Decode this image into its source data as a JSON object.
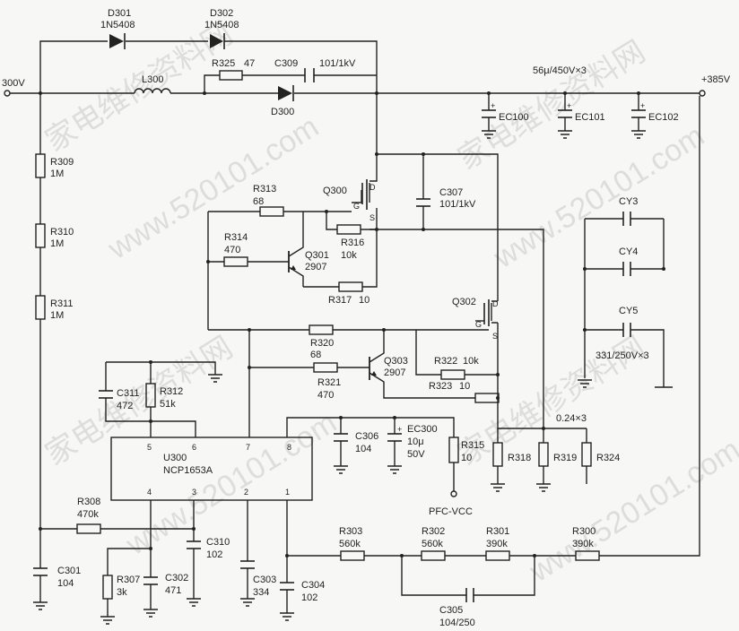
{
  "watermark": {
    "text": "家电维修资料网",
    "url": "www.520101.com"
  },
  "nets": {
    "input": "300V",
    "output": "+385V",
    "pfc_vcc": "PFC-VCC"
  },
  "diodes": {
    "d301": {
      "ref": "D301",
      "part": "1N5408"
    },
    "d302": {
      "ref": "D302",
      "part": "1N5408"
    },
    "d300": {
      "ref": "D300"
    }
  },
  "inductor": {
    "ref": "L300"
  },
  "resistors": {
    "r325": {
      "ref": "R325",
      "value": "47"
    },
    "r309": {
      "ref": "R309",
      "value": "1M"
    },
    "r310": {
      "ref": "R310",
      "value": "1M"
    },
    "r311": {
      "ref": "R311",
      "value": "1M"
    },
    "r313": {
      "ref": "R313",
      "value": "68"
    },
    "r314": {
      "ref": "R314",
      "value": "470"
    },
    "r316": {
      "ref": "R316",
      "value": "10k"
    },
    "r317": {
      "ref": "R317",
      "value": "10"
    },
    "r320": {
      "ref": "R320",
      "value": "68"
    },
    "r321": {
      "ref": "R321",
      "value": "470"
    },
    "r322": {
      "ref": "R322",
      "value": "10k"
    },
    "r323": {
      "ref": "R323",
      "value": "10"
    },
    "r312": {
      "ref": "R312",
      "value": "51k"
    },
    "r308": {
      "ref": "R308",
      "value": "470k"
    },
    "r307": {
      "ref": "R307",
      "value": "3k"
    },
    "r315": {
      "ref": "R315",
      "value": "10"
    },
    "r318": {
      "ref": "R318"
    },
    "r319": {
      "ref": "R319"
    },
    "r324": {
      "ref": "R324"
    },
    "r303": {
      "ref": "R303",
      "value": "560k"
    },
    "r302": {
      "ref": "R302",
      "value": "560k"
    },
    "r301": {
      "ref": "R301",
      "value": "390k"
    },
    "r300": {
      "ref": "R300",
      "value": "390k"
    }
  },
  "capacitors": {
    "c309": {
      "ref": "C309",
      "value": "101/1kV"
    },
    "c307": {
      "ref": "C307",
      "value": "101/1kV"
    },
    "ec100": {
      "ref": "EC100"
    },
    "ec101": {
      "ref": "EC101"
    },
    "ec102": {
      "ref": "EC102"
    },
    "ec_group": "56μ/450V×3",
    "cy3": {
      "ref": "CY3"
    },
    "cy4": {
      "ref": "CY4"
    },
    "cy5": {
      "ref": "CY5"
    },
    "cy_group": "331/250V×3",
    "c311": {
      "ref": "C311",
      "value": "472"
    },
    "c306": {
      "ref": "C306",
      "value": "104"
    },
    "ec300": {
      "ref": "EC300",
      "value": "10μ",
      "voltage": "50V"
    },
    "c310": {
      "ref": "C310",
      "value": "102"
    },
    "c302": {
      "ref": "C302",
      "value": "471"
    },
    "c303": {
      "ref": "C303",
      "value": "334"
    },
    "c304": {
      "ref": "C304",
      "value": "102"
    },
    "c301": {
      "ref": "C301",
      "value": "104"
    },
    "c305": {
      "ref": "C305",
      "value": "104/250"
    }
  },
  "transistors": {
    "q300": {
      "ref": "Q300",
      "d": "D",
      "g": "G",
      "s": "S"
    },
    "q301": {
      "ref": "Q301",
      "part": "2907"
    },
    "q302": {
      "ref": "Q302",
      "d": "D",
      "g": "G",
      "s": "S"
    },
    "q303": {
      "ref": "Q303",
      "part": "2907"
    }
  },
  "sense_group": "0.24×3",
  "ic": {
    "ref": "U300",
    "part": "NCP1653A",
    "pins": {
      "p1": "1",
      "p2": "2",
      "p3": "3",
      "p4": "4",
      "p5": "5",
      "p6": "6",
      "p7": "7",
      "p8": "8"
    }
  }
}
